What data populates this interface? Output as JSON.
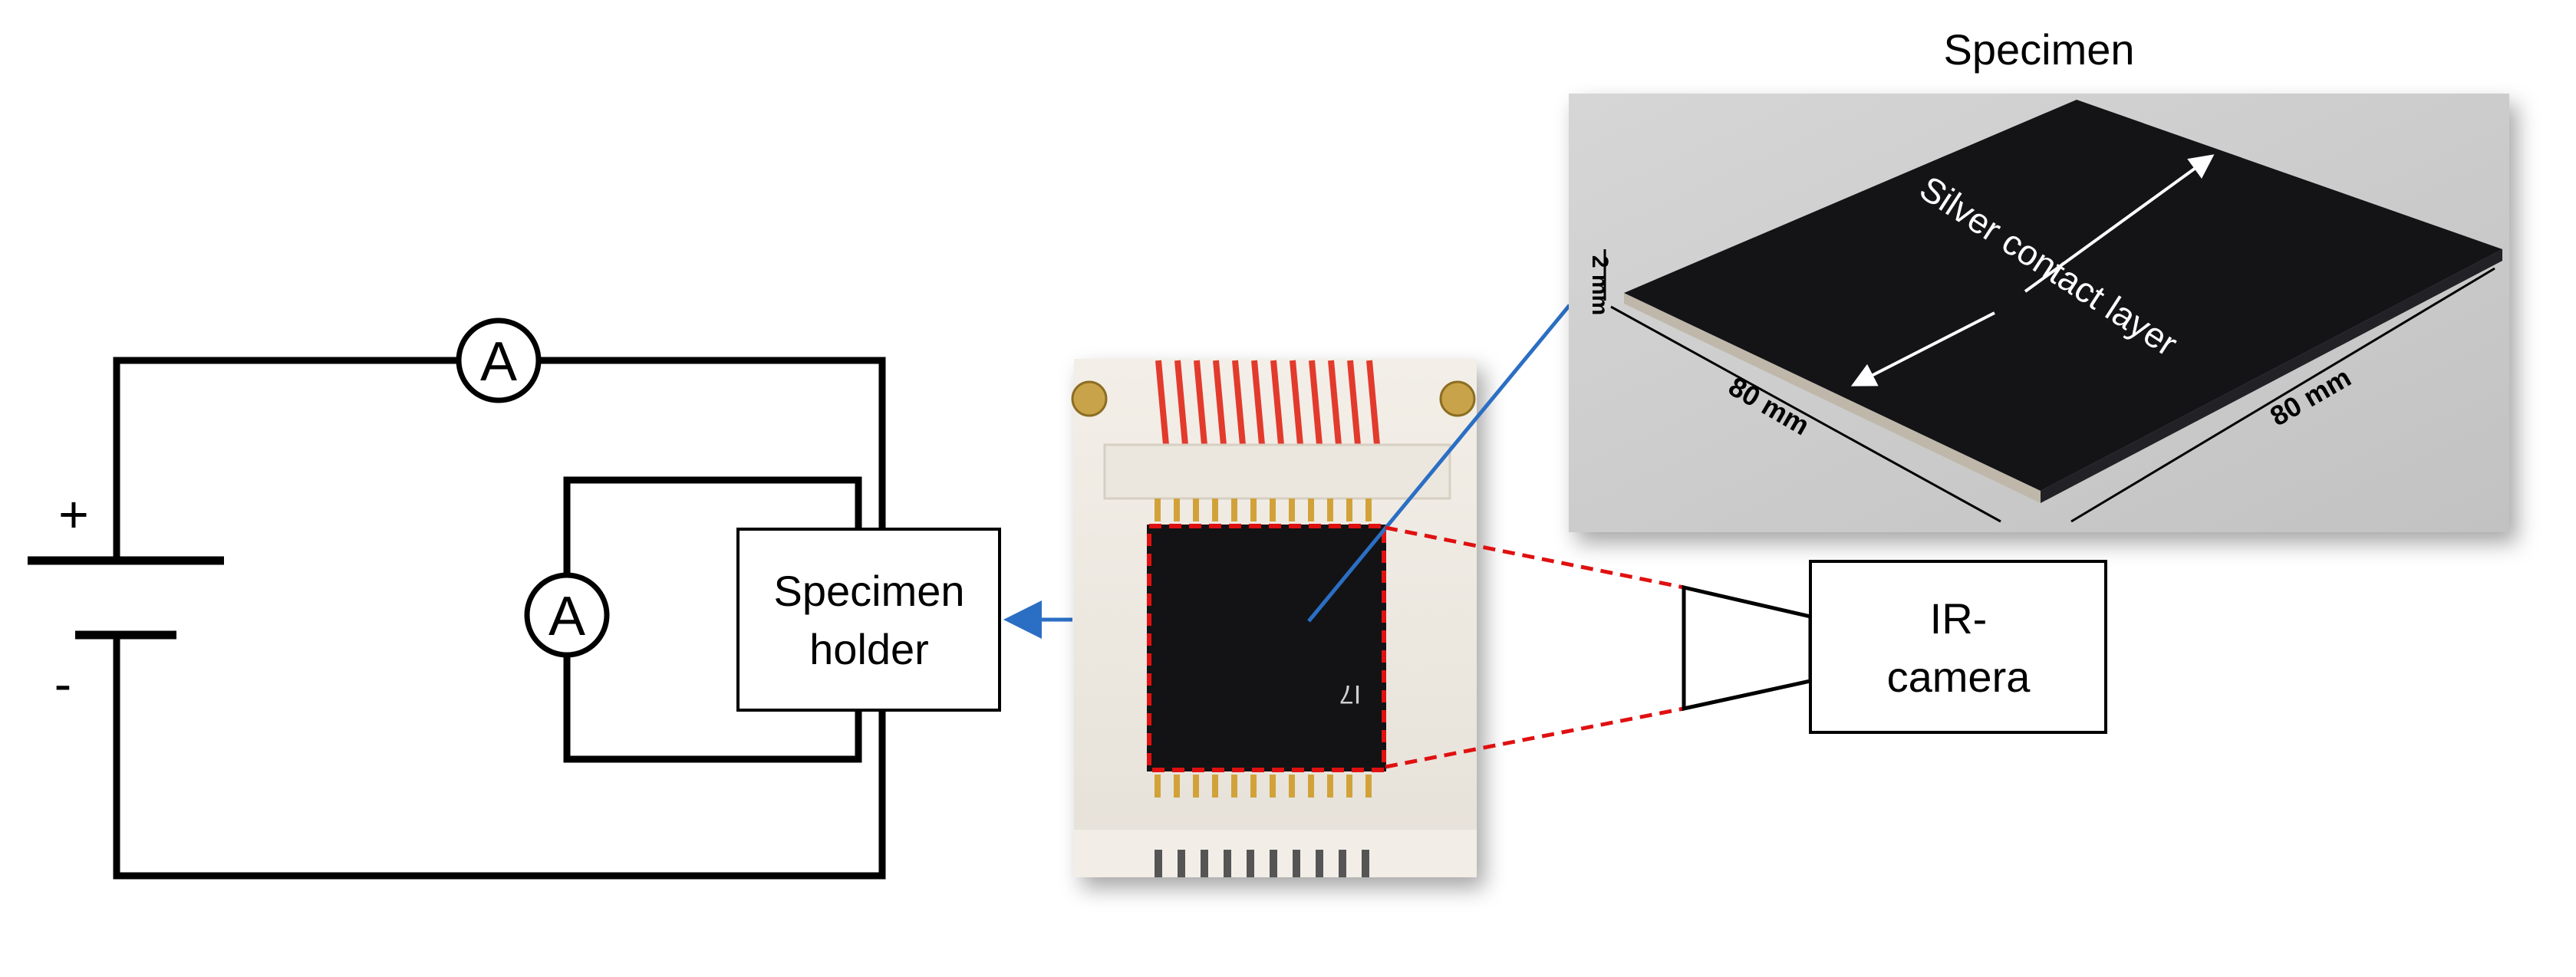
{
  "circuit": {
    "plus_sign": "+",
    "minus_sign": "-",
    "ammeter_top_label": "A",
    "ammeter_inner_label": "A",
    "holder_line1": "Specimen",
    "holder_line2": "holder"
  },
  "photo_holder": {
    "chip_marking": "I7"
  },
  "camera": {
    "line1": "IR-",
    "line2": "camera"
  },
  "specimen": {
    "title": "Specimen",
    "layer_label": "Silver contact layer",
    "thickness_label": "2 mm",
    "width_label": "80 mm",
    "depth_label": "80 mm"
  },
  "colors": {
    "line": "#000000",
    "arrow_blue": "#2b6fc4",
    "dashed_red": "#e01010",
    "specimen_surface": "#141417",
    "backdrop": "#cfcfcf"
  }
}
